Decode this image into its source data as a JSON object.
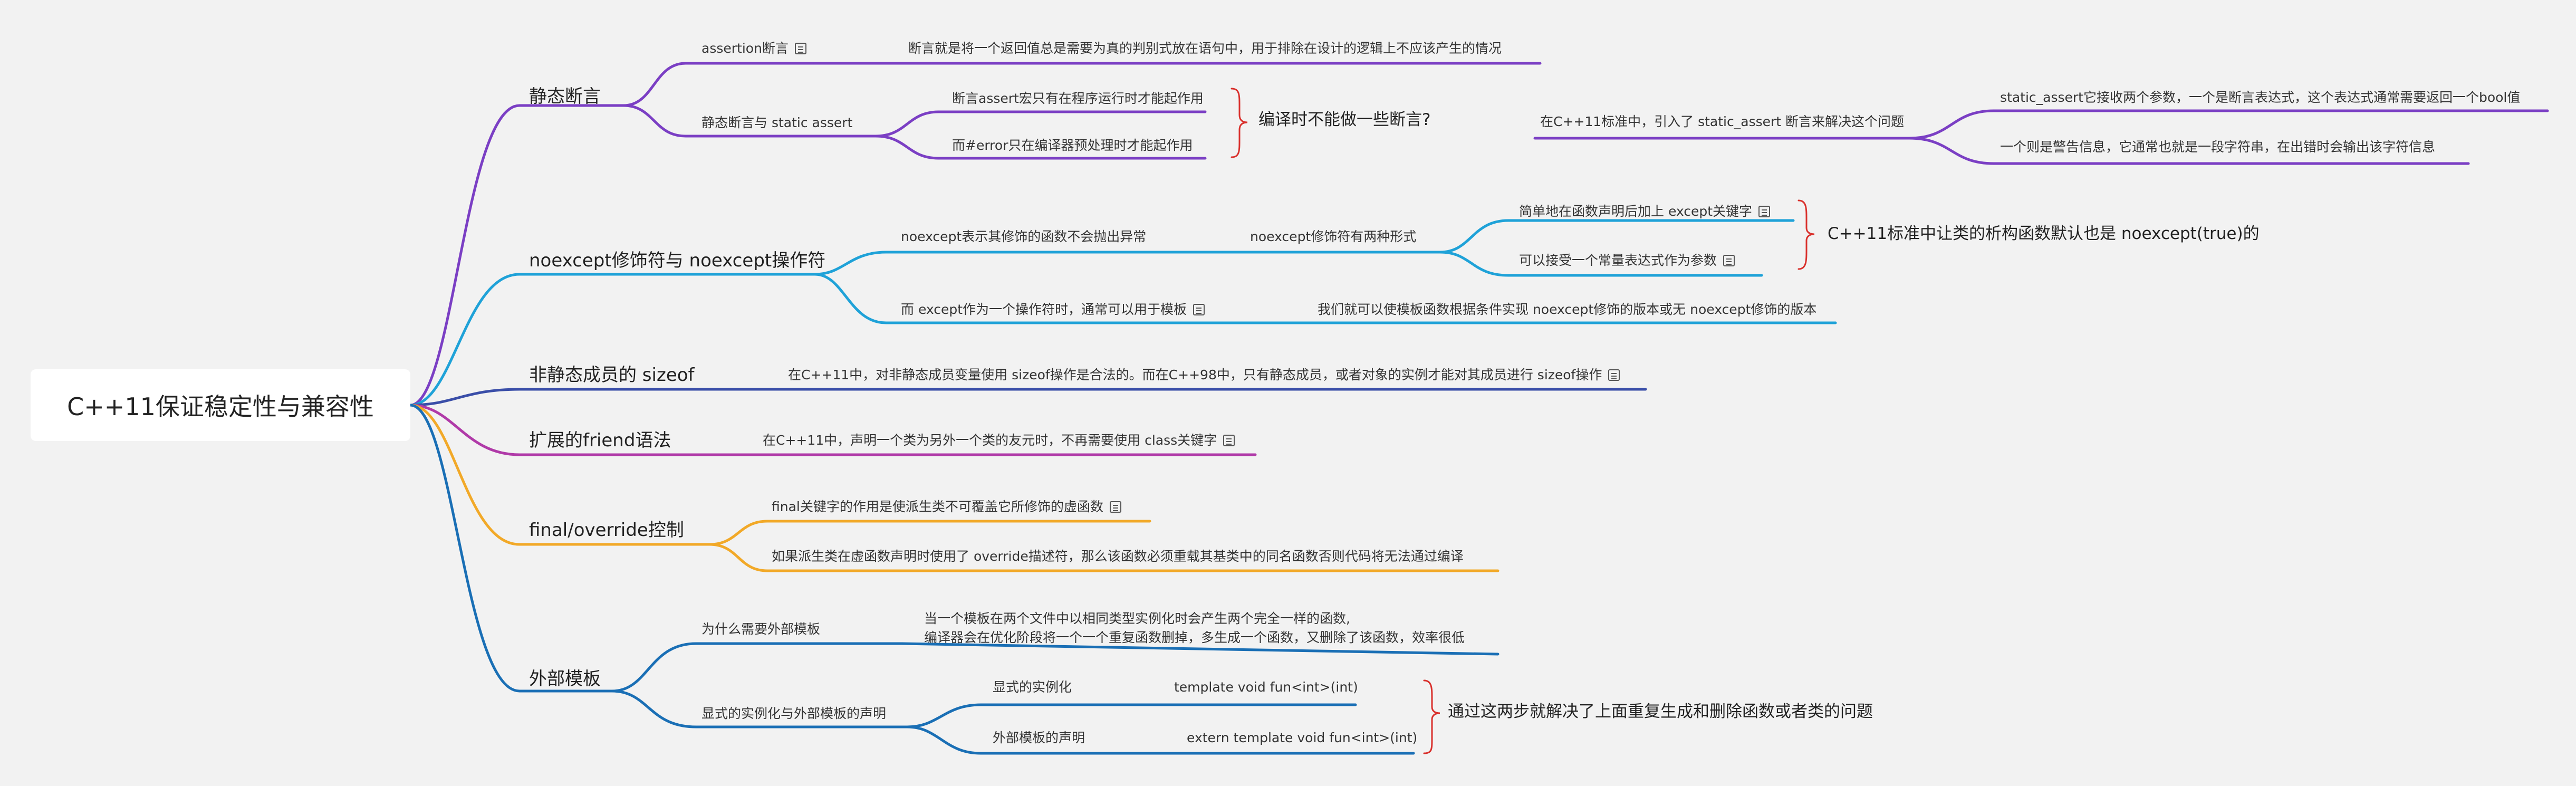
{
  "root": {
    "label": "C++11保证稳定性与兼容性"
  },
  "colors": {
    "purple": "#7b3fc4",
    "cyan": "#1fa2d8",
    "indigo": "#3a4ea8",
    "magenta": "#b03aa8",
    "orange": "#f2a928",
    "blue": "#1a6fb5",
    "brace": "#d9302c"
  },
  "static_assert": {
    "label": "静态断言",
    "assertion": {
      "label": "assertion断言",
      "desc": "断言就是将一个返回值总是需要为真的判别式放在语句中，用于排除在设计的逻辑上不应该产生的情况"
    },
    "sa": {
      "label": "静态断言与 static assert",
      "item1": "断言assert宏只有在程序运行时才能起作用",
      "item2": "而#error只在编译器预处理时才能起作用",
      "question": "编译时不能做一些断言?",
      "answer": "在C++11标准中，引入了 static_assert 断言来解决这个问题",
      "detail1": "static_assert它接收两个参数，一个是断言表达式，这个表达式通常需要返回一个bool值",
      "detail2": "一个则是警告信息，它通常也就是一段字符串，在出错时会输出该字符信息"
    }
  },
  "noexcept": {
    "label": "noexcept修饰符与 noexcept操作符",
    "b1": "noexcept表示其修饰的函数不会抛出异常",
    "b1_child": "noexcept修饰符有两种形式",
    "form1": "简单地在函数声明后加上 except关键字",
    "form2": "可以接受一个常量表达式作为参数",
    "brace_note": "C++11标准中让类的析构函数默认也是 noexcept(true)的",
    "b2": "而 except作为一个操作符时，通常可以用于模板",
    "b2_child": "我们就可以使模板函数根据条件实现 noexcept修饰的版本或无 noexcept修饰的版本"
  },
  "sizeof": {
    "label": "非静态成员的 sizeof",
    "desc": "在C++11中，对非静态成员变量使用 sizeof操作是合法的。而在C++98中，只有静态成员，或者对象的实例才能对其成员进行 sizeof操作"
  },
  "friend": {
    "label": "扩展的friend语法",
    "desc": "在C++11中，声明一个类为另外一个类的友元时，不再需要使用 class关键字"
  },
  "final": {
    "label": "final/override控制",
    "b1": "final关键字的作用是使派生类不可覆盖它所修饰的虚函数",
    "b2": "如果派生类在虚函数声明时使用了 override描述符，那么该函数必须重载其基类中的同名函数否则代码将无法通过编译"
  },
  "extern": {
    "label": "外部模板",
    "why": "为什么需要外部模板",
    "why_line1": "当一个模板在两个文件中以相同类型实例化时会产生两个完全一样的函数,",
    "why_line2": "编译器会在优化阶段将一个一个重复函数删掉，多生成一个函数，又删除了该函数，效率很低",
    "explicit": "显式的实例化与外部模板的声明",
    "inst": "显式的实例化",
    "inst_code": "template void fun<int>(int)",
    "decl": "外部模板的声明",
    "decl_code": "extern template void fun<int>(int)",
    "brace_note": "通过这两步就解决了上面重复生成和删除函数或者类的问题"
  }
}
